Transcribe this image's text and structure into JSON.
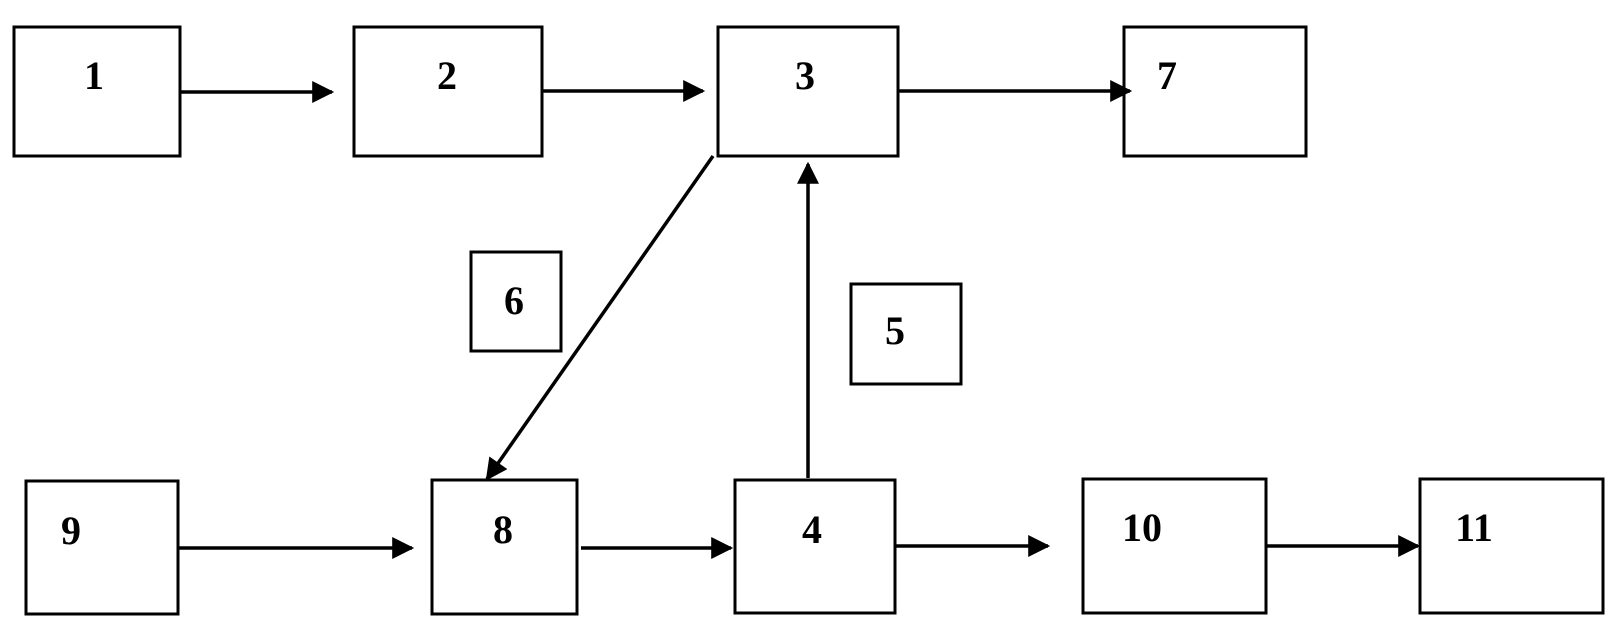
{
  "diagram": {
    "type": "block-flow",
    "blocks": {
      "b1": "1",
      "b2": "2",
      "b3": "3",
      "b4": "4",
      "b5": "5",
      "b6": "6",
      "b7": "7",
      "b8": "8",
      "b9": "9",
      "b10": "10",
      "b11": "11"
    },
    "connections": [
      {
        "from": "1",
        "to": "2"
      },
      {
        "from": "2",
        "to": "3"
      },
      {
        "from": "3",
        "to": "7"
      },
      {
        "from": "3",
        "to": "8"
      },
      {
        "from": "4",
        "to": "3"
      },
      {
        "from": "9",
        "to": "8"
      },
      {
        "from": "8",
        "to": "4"
      },
      {
        "from": "4",
        "to": "10"
      },
      {
        "from": "10",
        "to": "11"
      }
    ]
  }
}
